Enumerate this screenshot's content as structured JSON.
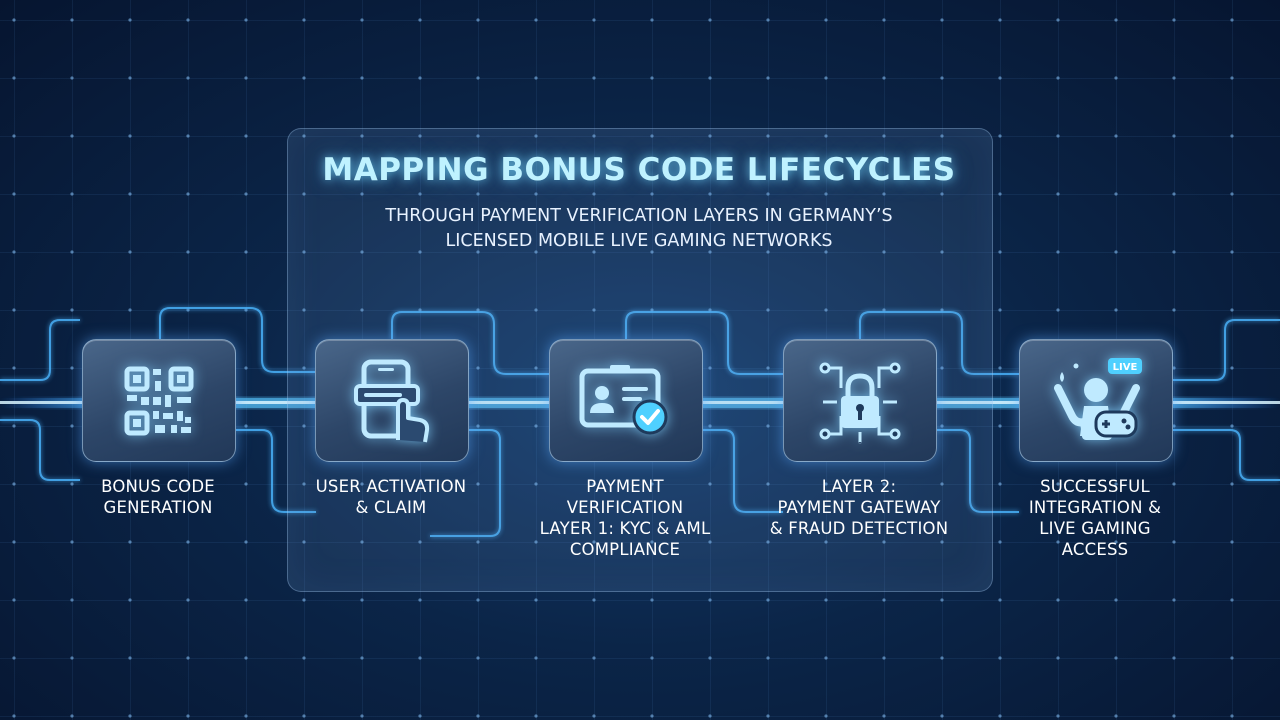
{
  "header": {
    "title": "MAPPING BONUS CODE LIFECYCLES",
    "subtitle_lines": [
      "THROUGH PAYMENT VERIFICATION LAYERS IN GERMANY’S",
      "LICENSED MOBILE LIVE GAMING NETWORKS"
    ]
  },
  "steps": [
    {
      "icon": "qr-code-icon",
      "label_lines": [
        "BONUS CODE",
        "GENERATION"
      ]
    },
    {
      "icon": "smartphone-tap-icon",
      "label_lines": [
        "USER ACTIVATION",
        "& CLAIM"
      ]
    },
    {
      "icon": "id-card-check-icon",
      "label_lines": [
        "PAYMENT",
        "VERIFICATION",
        "LAYER 1: KYC & AML",
        "COMPLIANCE"
      ]
    },
    {
      "icon": "padlock-network-icon",
      "label_lines": [
        "LAYER 2:",
        "PAYMENT GATEWAY",
        "& FRAUD DETECTION"
      ]
    },
    {
      "icon": "live-gaming-player-icon",
      "badge": "LIVE",
      "label_lines": [
        "SUCCESSFUL",
        "INTEGRATION &",
        "LIVE GAMING",
        "ACCESS"
      ]
    }
  ],
  "colors": {
    "accent": "#4fc3ff",
    "title": "#bff2ff",
    "icon": "#bfeaff"
  }
}
